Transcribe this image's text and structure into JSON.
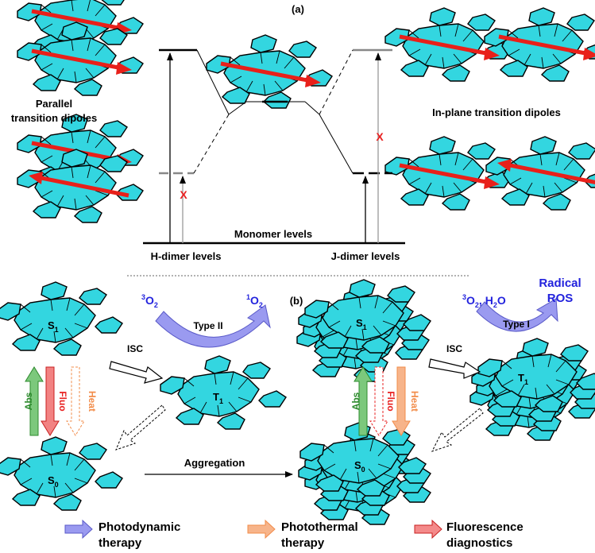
{
  "panel_a": {
    "label": "(a)",
    "parallel_line1": "Parallel",
    "parallel_line2": "transition dipoles",
    "inplane": "In-plane transition dipoles",
    "monomer_levels": "Monomer levels",
    "h_dimer_levels": "H-dimer levels",
    "j_dimer_levels": "J-dimer levels",
    "forbidden_mark": "X"
  },
  "panel_b": {
    "label": "(b)",
    "s1_base": "S",
    "s1_sub": "1",
    "s0_base": "S",
    "s0_sub": "0",
    "t1_base": "T",
    "t1_sub": "1",
    "o2_sup": "3",
    "o2_base": "O",
    "o2_sub": "2",
    "singlet_sup": "1",
    "singlet_base": "O",
    "singlet_sub": "2",
    "h2o_suffix": ", H",
    "h2o_sub": "2",
    "h2o_end": "O",
    "type2": "Type II",
    "type1": "Type I",
    "radical": "Radical",
    "ros": "ROS",
    "isc": "ISC",
    "abs": "Abs",
    "fluo": "Fluo",
    "heat": "Heat",
    "aggregation": "Aggregation"
  },
  "legend": [
    {
      "line1": "Photodynamic",
      "line2": "therapy",
      "color": "#8f8fe8"
    },
    {
      "line1": "Photothermal",
      "line2": "therapy",
      "color": "#f7b48a"
    },
    {
      "line1": "Fluorescence",
      "line2": "diagnostics",
      "color": "#f27c7c"
    }
  ],
  "colors": {
    "molecule": "#33d6e0",
    "dipole": "#e8201a",
    "green": "#2e8b2e",
    "red": "#e82020",
    "orange": "#f28c4a",
    "blue": "#2222dd"
  }
}
